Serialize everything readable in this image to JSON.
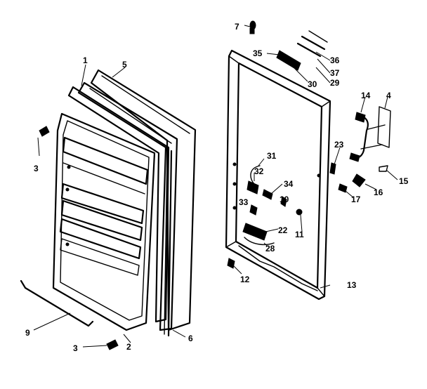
{
  "diagram": {
    "callouts": {
      "c1": "1",
      "c2": "2",
      "c3a": "3",
      "c3b": "3",
      "c4": "4",
      "c5": "5",
      "c6": "6",
      "c7": "7",
      "c9": "9",
      "c10": "10",
      "c11": "11",
      "c12": "12",
      "c13": "13",
      "c14": "14",
      "c15": "15",
      "c16": "16",
      "c17": "17",
      "c22": "22",
      "c23": "23",
      "c28": "28",
      "c29": "29",
      "c30": "30",
      "c31": "31",
      "c32": "32",
      "c33": "33",
      "c34": "34",
      "c35": "35",
      "c36": "36",
      "c37": "37"
    }
  }
}
